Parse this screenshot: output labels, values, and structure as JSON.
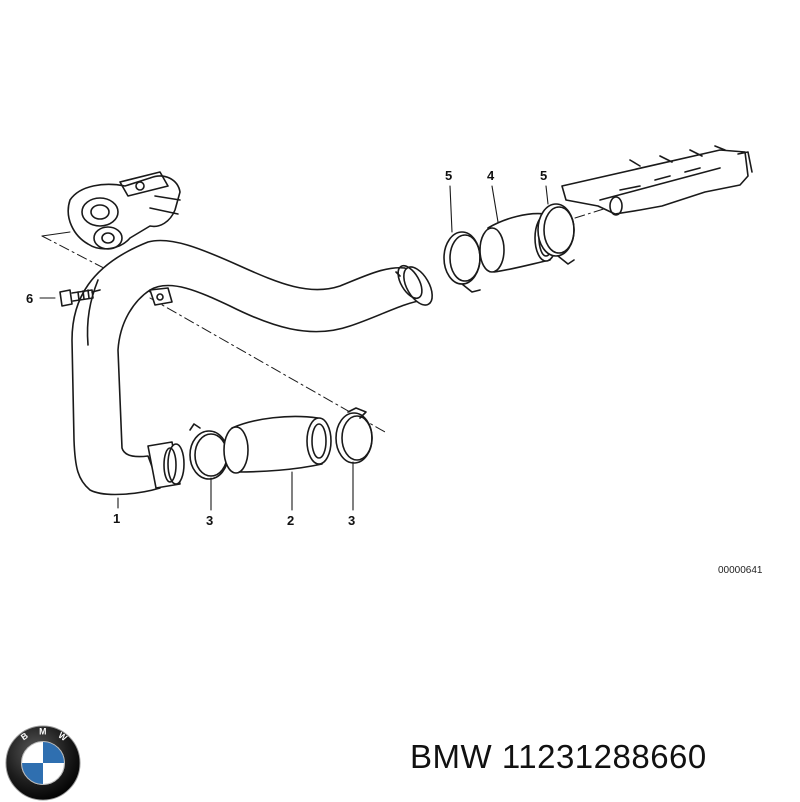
{
  "diagram": {
    "callouts": {
      "c1": "1",
      "c2": "2",
      "c3a": "3",
      "c3b": "3",
      "c4": "4",
      "c5a": "5",
      "c5b": "5",
      "c6": "6"
    },
    "diagram_id": "00000641"
  },
  "footer": {
    "brand": "BMW",
    "part_number": "11231288660",
    "logo_icon": "bmw-roundel-logo"
  },
  "colors": {
    "line": "#1a1a1a",
    "logo_blue": "#2f6fb0",
    "logo_ring": "#1b1b1b"
  }
}
